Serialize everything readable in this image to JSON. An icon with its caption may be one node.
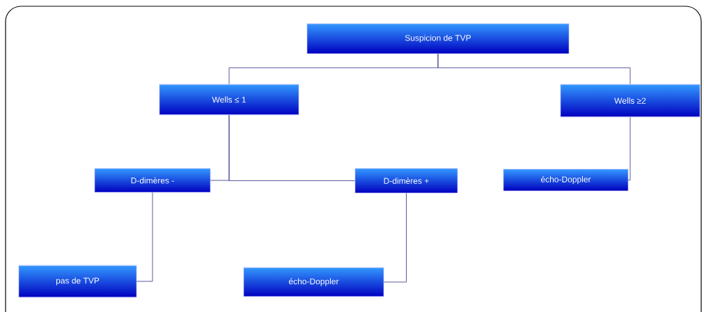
{
  "diagram": {
    "nodes": [
      {
        "text": [
          "Suspicion de TVP"
        ]
      },
      {
        "text": [
          "Wells ≤ 1"
        ]
      },
      {
        "text": [
          "Wells ≥2"
        ]
      },
      {
        "text": [
          "D-dimères -"
        ]
      },
      {
        "text": [
          "D-dimères +"
        ]
      },
      {
        "text": [
          "écho-Doppler"
        ]
      },
      {
        "text": [
          "pas de TVP"
        ]
      },
      {
        "text": [
          "écho-Doppler"
        ]
      }
    ],
    "edges": [
      {
        "from": 0,
        "to": 1,
        "arrow": "none"
      },
      {
        "from": 0,
        "to": 2,
        "arrow": "none"
      },
      {
        "from": 1,
        "to": 3,
        "arrow": "none"
      },
      {
        "from": 1,
        "to": 4,
        "arrow": "none"
      },
      {
        "from": 2,
        "to": 5,
        "arrow": "none"
      },
      {
        "from": 3,
        "to": 6,
        "arrow": "none"
      },
      {
        "from": 4,
        "to": 7,
        "arrow": "none"
      }
    ]
  }
}
